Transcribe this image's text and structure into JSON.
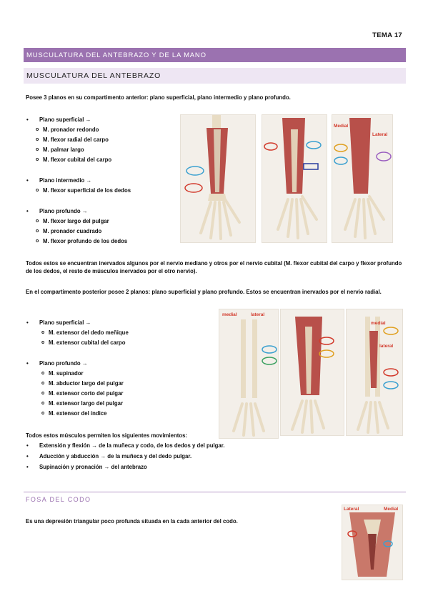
{
  "header": {
    "tema": "TEMA 17"
  },
  "section_title": "MUSCULATURA DEL ANTEBRAZO Y DE LA MANO",
  "subsection_title": "MUSCULATURA DEL ANTEBRAZO",
  "intro": "Posee 3 planos en su compartimento anterior: plano superficial, plano intermedio y plano profundo.",
  "anterior": {
    "superficial": {
      "label": "Plano superficial →",
      "items": [
        "M. pronador redondo",
        "M. flexor radial del carpo",
        "M. palmar largo",
        "M. flexor cubital del carpo"
      ]
    },
    "intermedio": {
      "label": "Plano intermedio →",
      "items": [
        "M. flexor superficial de los dedos"
      ]
    },
    "profundo": {
      "label": "Plano profundo →",
      "items": [
        "M. flexor largo del pulgar",
        "M. pronador cuadrado",
        "M. flexor profundo de los dedos"
      ]
    }
  },
  "innervation_text": "Todos estos se encuentran inervados algunos por el nervio mediano y otros por el nervio cubital (M. flexor cubital del carpo y flexor profundo de los dedos, el resto de músculos inervados por el otro nervio).",
  "posterior_intro": "En el compartimento posterior posee 2 planos: plano superficial y plano profundo. Estos se encuentran inervados por el nervio radial.",
  "posterior": {
    "superficial": {
      "label": "Plano superficial →",
      "items": [
        "M. extensor del dedo meñique",
        "M. extensor cubital del carpo"
      ]
    },
    "profundo": {
      "label": "Plano profundo →",
      "items": [
        "M. supinador",
        "M. abductor largo del pulgar",
        "M. extensor corto del pulgar",
        "M. extensor largo del pulgar",
        "M. extensor del índice"
      ]
    }
  },
  "movements_intro": "Todos estos músculos permiten los siguientes movimientos:",
  "movements": [
    "Extensión y flexión → de la muñeca y codo, de los dedos y del pulgar.",
    "Aducción y abducción → de la muñeca y del dedo pulgar.",
    "Supinación y pronación → del antebrazo"
  ],
  "fosa_title": "FOSA DEL CODO",
  "fosa_text": "Es una depresión triangular poco profunda situada en la cada anterior del codo.",
  "figure_labels": {
    "medial": "Medial",
    "lateral": "Lateral",
    "medial_lc": "medial",
    "lateral_lc": "lateral"
  },
  "colors": {
    "band": "#9b72b0",
    "band_light": "#eee6f3",
    "muscle": "#b8504a",
    "bone": "#e8dcc4",
    "label_red": "#d23a2c"
  }
}
